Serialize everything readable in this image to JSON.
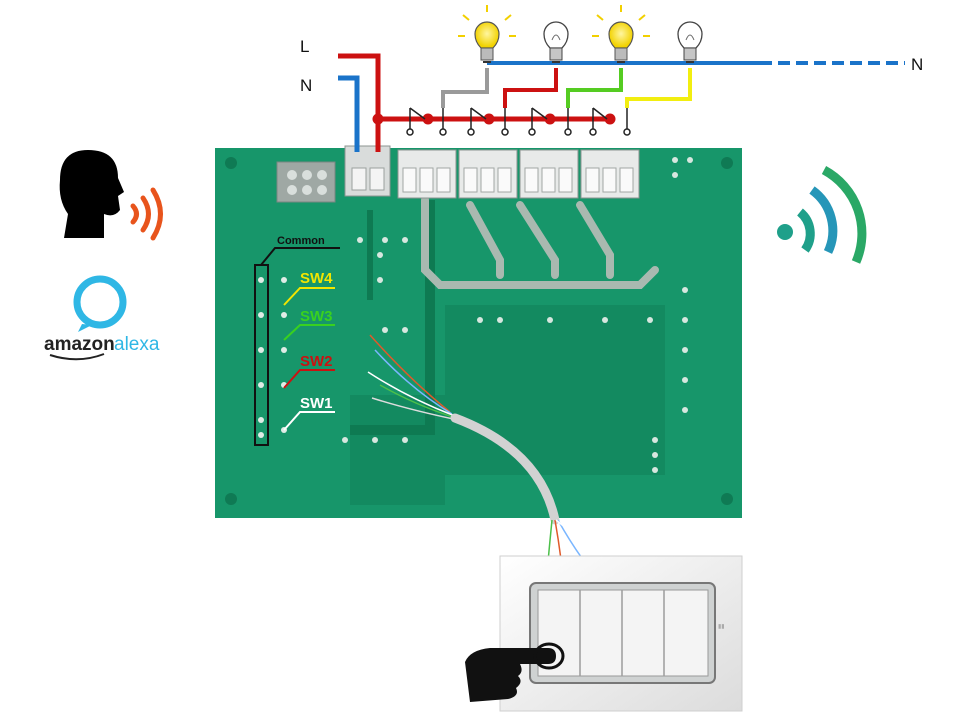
{
  "mains": {
    "line_label": "L",
    "neutral_label": "N",
    "neutral_right_label": "N"
  },
  "board": {
    "common_label": "Common"
  },
  "switch_labels": [
    {
      "text": "SW4",
      "color": "#f2e500"
    },
    {
      "text": "SW3",
      "color": "#39d11f"
    },
    {
      "text": "SW2",
      "color": "#cc1111"
    },
    {
      "text": "SW1",
      "color": "#ffffff"
    }
  ],
  "bulbs": [
    {
      "state": "on"
    },
    {
      "state": "off"
    },
    {
      "state": "on"
    },
    {
      "state": "off"
    }
  ],
  "colors": {
    "line": "#cc1111",
    "neutral": "#1a73c9",
    "pcb": "#17966a",
    "relay1_wire": "#9a9a9a",
    "relay2_wire": "#cc1111",
    "relay3_wire": "#55cc22",
    "relay4_wire": "#f2ee10",
    "voice_waves": "#e8541c",
    "alexa": "#2fb7e5",
    "wifi": "#1fa08a"
  },
  "alexa": {
    "brand_left": "amazon",
    "brand_right": "alexa"
  },
  "icons": [
    "head-voice-icon",
    "alexa-logo-icon",
    "wifi-icon",
    "pointing-hand-icon",
    "light-bulb-icon",
    "wall-switch-icon"
  ]
}
